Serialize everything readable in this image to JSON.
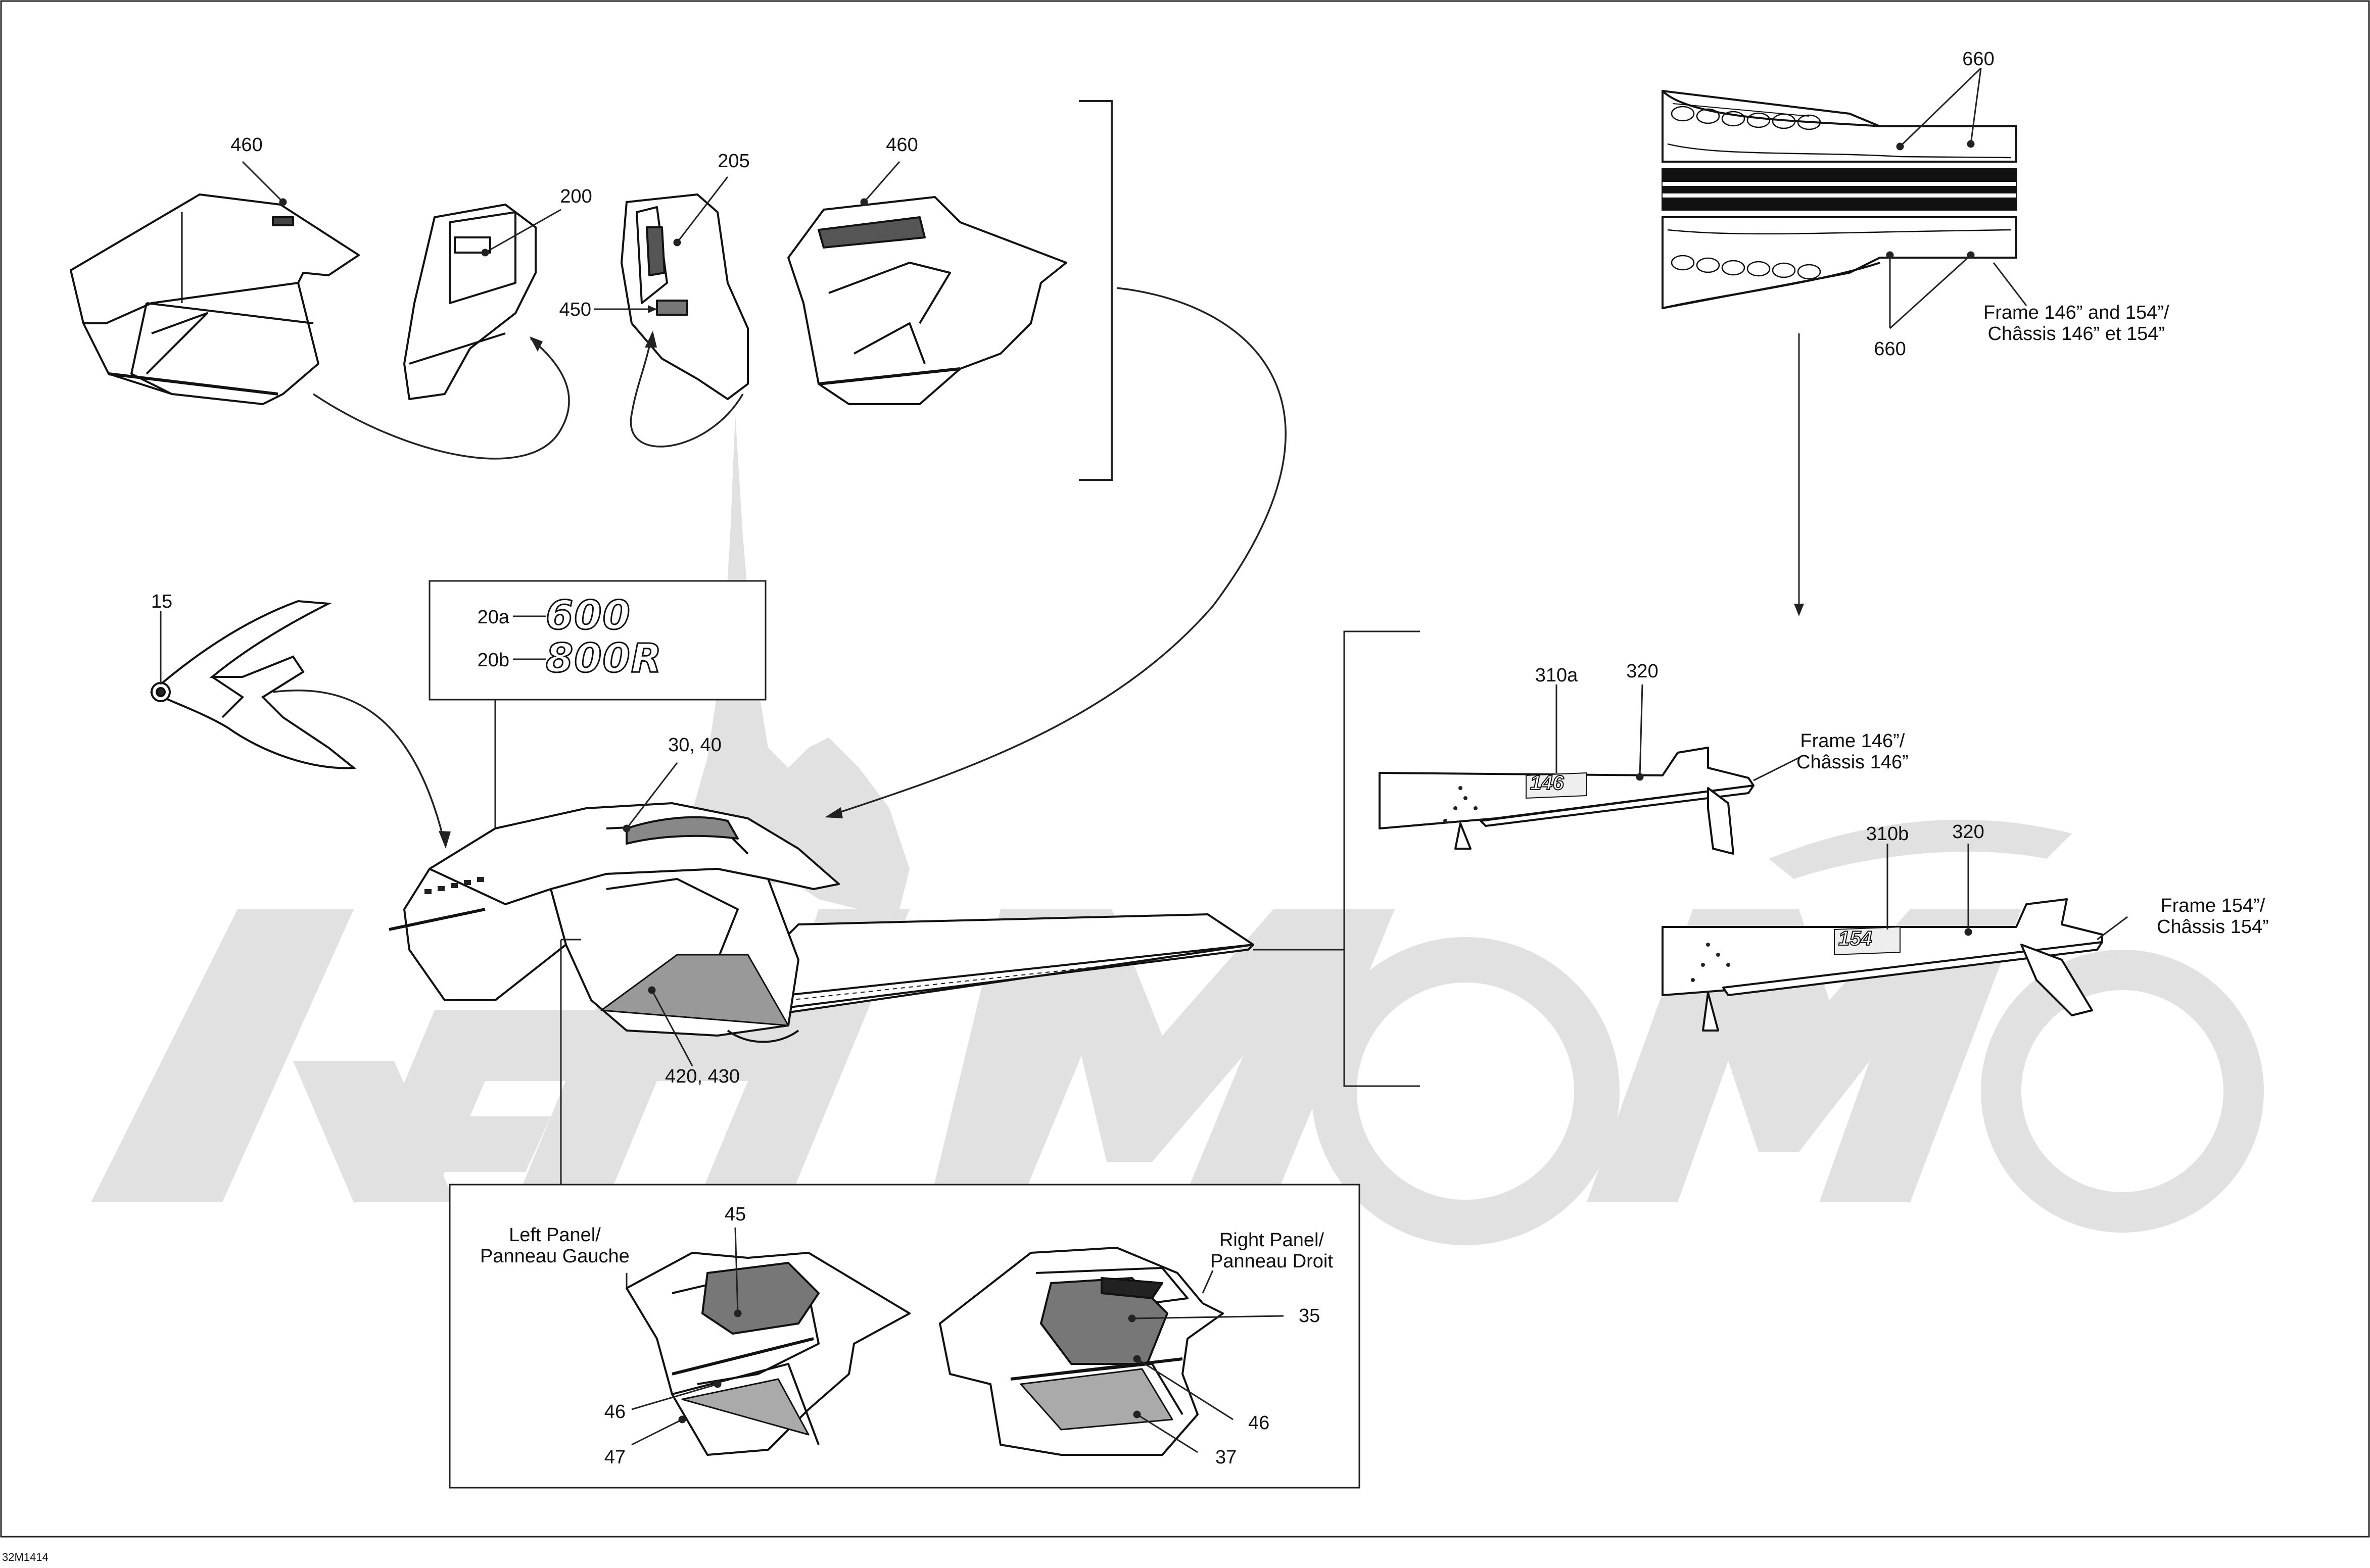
{
  "watermark": {
    "text": "AeHMoto",
    "color": "#d7d7d7"
  },
  "callouts": {
    "c460_left": "460",
    "c200": "200",
    "c205": "205",
    "c460_right": "460",
    "c450": "450",
    "c660_top": "660",
    "c660_bottom": "660",
    "frame_both": "Frame 146” and 154”/\nChâssis 146” et 154”",
    "c15": "15",
    "c20a": "20a",
    "c20b": "20b",
    "c3040": "30, 40",
    "c420430": "420, 430",
    "c310a": "310a",
    "c320_a": "320",
    "frame146": "Frame 146”/\nChâssis 146”",
    "c310b": "310b",
    "c320_b": "320",
    "frame154": "Frame 154”/\nChâssis 154”",
    "left_panel": "Left Panel/\nPanneau Gauche",
    "right_panel": "Right Panel/\nPanneau Droit",
    "c45": "45",
    "c35": "35",
    "c46_left": "46",
    "c47": "47",
    "c46_right": "46",
    "c37": "37"
  },
  "badges": {
    "b600": "600",
    "b800r": "800R"
  },
  "frame_decals": {
    "d146": "146",
    "d154": "154"
  },
  "doc_id": "32M1414"
}
